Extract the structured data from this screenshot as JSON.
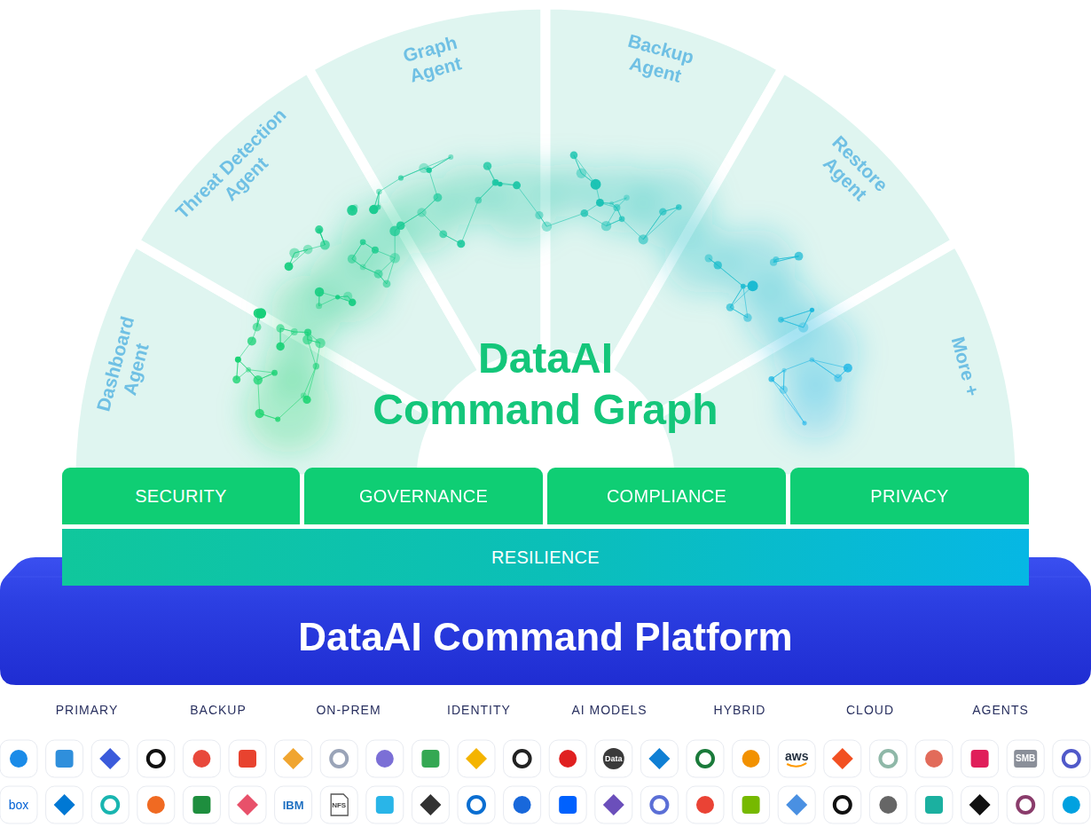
{
  "diagram": {
    "nodes": [
      {
        "text": [
          "Dashboard Agent"
        ]
      },
      {
        "text": [
          "Threat Detection Agent"
        ]
      },
      {
        "text": [
          "Graph Agent"
        ]
      },
      {
        "text": [
          "Backup Agent"
        ]
      },
      {
        "text": [
          "Restore Agent"
        ]
      },
      {
        "text": [
          "More +"
        ]
      },
      {
        "text": [
          "SECURITY"
        ]
      },
      {
        "text": [
          "GOVERNANCE"
        ]
      },
      {
        "text": [
          "COMPLIANCE"
        ]
      },
      {
        "text": [
          "PRIVACY"
        ]
      },
      {
        "text": [
          "RESILIENCE"
        ]
      },
      {
        "text": [
          "DataAI Command Platform"
        ]
      }
    ],
    "labels": [
      "DataAI Command Graph",
      "PRIMARY",
      "BACKUP",
      "ON-PREM",
      "IDENTITY",
      "AI MODELS",
      "HYBRID",
      "CLOUD",
      "AGENTS",
      "Data",
      "aws",
      "SMB",
      "box",
      "IBM",
      "NFS"
    ]
  }
}
